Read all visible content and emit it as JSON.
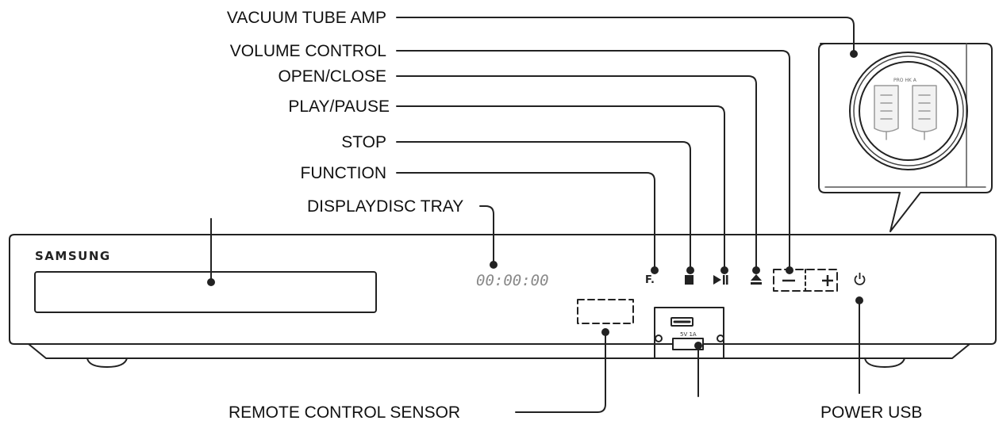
{
  "callouts": {
    "vacuum_tube_amp": "VACUUM TUBE AMP",
    "volume_control": "VOLUME CONTROL",
    "open_close": "OPEN/CLOSE",
    "play_pause": "PLAY/PAUSE",
    "stop": "STOP",
    "function": "FUNCTION",
    "display_disc_tray": "DISPLAYDISC TRAY",
    "remote_control_sensor": "REMOTE CONTROL SENSOR",
    "power_usb": "POWER USB"
  },
  "device": {
    "brand": "SAMSUNG",
    "display_readout": "00:00:00",
    "function_button": "F.",
    "usb_label": "5V 1A"
  },
  "tube_inset": {
    "dial_text": "PRO  HK  A"
  }
}
